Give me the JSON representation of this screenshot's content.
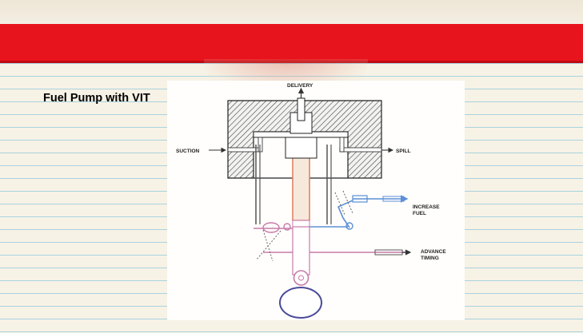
{
  "slide": {
    "title": "Fuel Pump with VIT"
  },
  "diagram": {
    "labels": {
      "delivery": "DELIVERY",
      "suction": "SUCTION",
      "spill": "SPILL",
      "increase_fuel_1": "INCREASE",
      "increase_fuel_2": "FUEL",
      "advance_timing_1": "ADVANCE",
      "advance_timing_2": "TIMING"
    },
    "colors": {
      "accent_bar": "#e8141d",
      "plunger": "#e07a5a",
      "fuel_linkage": "#5b8fd6",
      "timing_linkage": "#c87aa8",
      "cam": "#4a4a9a"
    }
  }
}
